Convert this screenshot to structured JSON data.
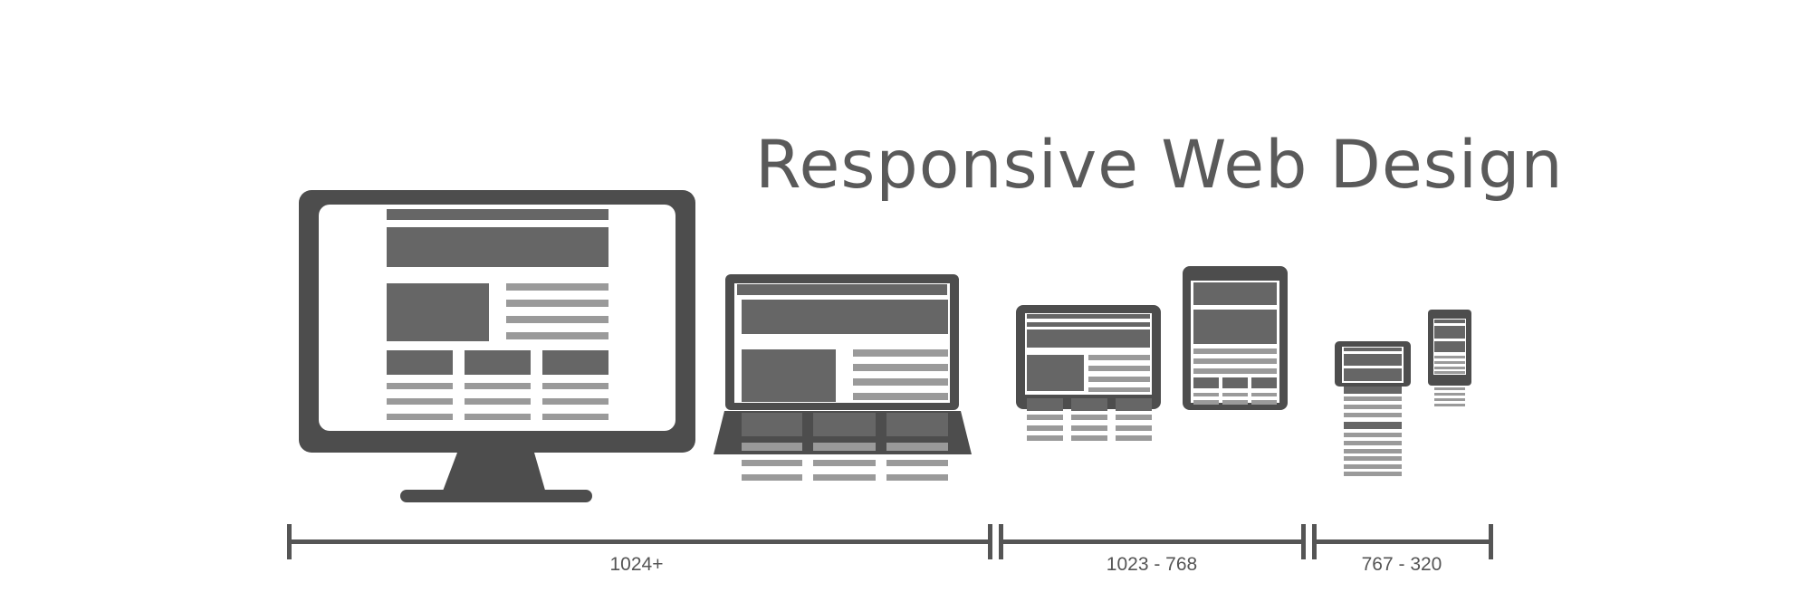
{
  "title": "Responsive Web Design",
  "breakpoints": [
    {
      "label": "1024+"
    },
    {
      "label": "1023 - 768"
    },
    {
      "label": "767 - 320"
    }
  ],
  "devices": [
    {
      "name": "desktop-monitor-icon"
    },
    {
      "name": "laptop-icon"
    },
    {
      "name": "tablet-landscape-icon"
    },
    {
      "name": "tablet-portrait-icon"
    },
    {
      "name": "phone-landscape-icon"
    },
    {
      "name": "phone-portrait-icon"
    }
  ],
  "colors": {
    "device": "#4d4d4d",
    "block": "#666666",
    "line": "#9a9a9a",
    "title": "#5a5a5a"
  }
}
